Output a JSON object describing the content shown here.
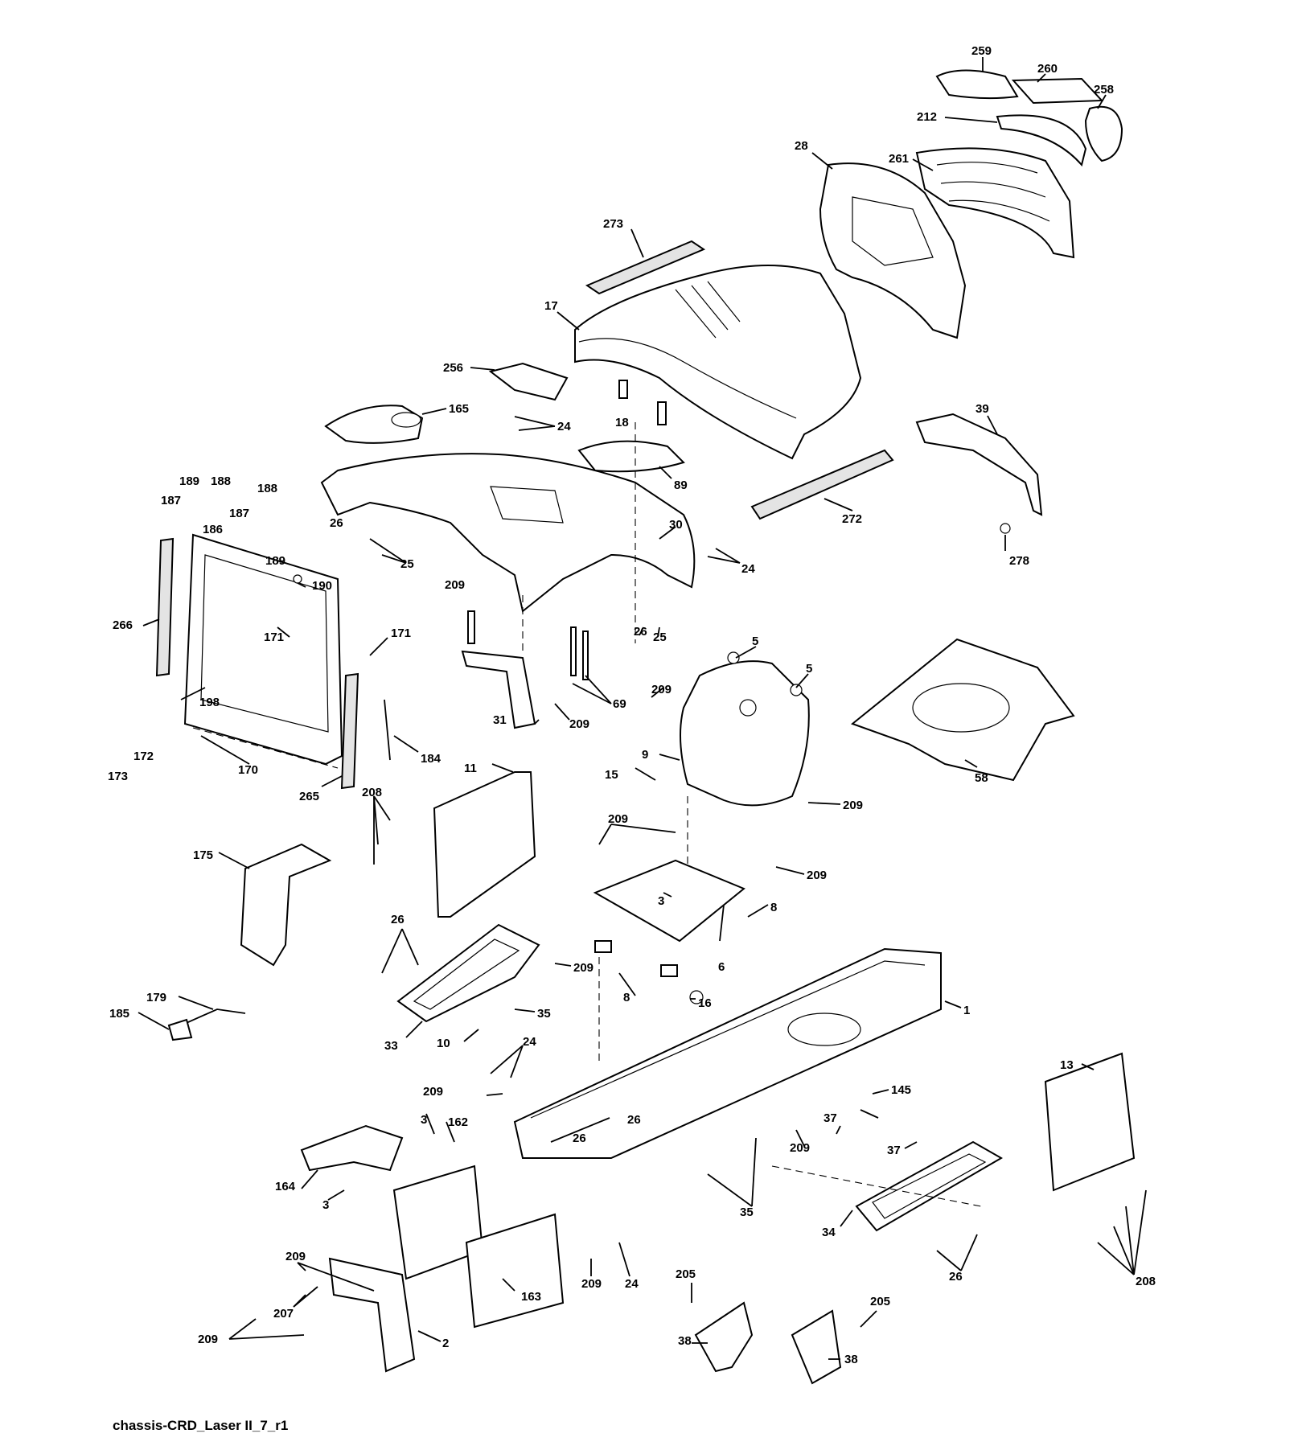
{
  "diagram_caption": "chassis-CRD_Laser II_7_r1",
  "callouts": [
    {
      "id": "c259",
      "text": "259"
    },
    {
      "id": "c260",
      "text": "260"
    },
    {
      "id": "c258",
      "text": "258"
    },
    {
      "id": "c212",
      "text": "212"
    },
    {
      "id": "c28",
      "text": "28"
    },
    {
      "id": "c261",
      "text": "261"
    },
    {
      "id": "c273",
      "text": "273"
    },
    {
      "id": "c17",
      "text": "17"
    },
    {
      "id": "c256",
      "text": "256"
    },
    {
      "id": "c165",
      "text": "165"
    },
    {
      "id": "c24a",
      "text": "24"
    },
    {
      "id": "c18",
      "text": "18"
    },
    {
      "id": "c39",
      "text": "39"
    },
    {
      "id": "c89",
      "text": "89"
    },
    {
      "id": "c272",
      "text": "272"
    },
    {
      "id": "c278",
      "text": "278"
    },
    {
      "id": "c30",
      "text": "30"
    },
    {
      "id": "c24b",
      "text": "24"
    },
    {
      "id": "c26a",
      "text": "26"
    },
    {
      "id": "c25a",
      "text": "25"
    },
    {
      "id": "c189a",
      "text": "189"
    },
    {
      "id": "c188a",
      "text": "188"
    },
    {
      "id": "c187a",
      "text": "187"
    },
    {
      "id": "c188b",
      "text": "188"
    },
    {
      "id": "c187b",
      "text": "187"
    },
    {
      "id": "c186",
      "text": "186"
    },
    {
      "id": "c189b",
      "text": "189"
    },
    {
      "id": "c190",
      "text": "190"
    },
    {
      "id": "c266",
      "text": "266"
    },
    {
      "id": "c171a",
      "text": "171"
    },
    {
      "id": "c171b",
      "text": "171"
    },
    {
      "id": "c209a",
      "text": "209"
    },
    {
      "id": "c26b",
      "text": "26"
    },
    {
      "id": "c25b",
      "text": "25"
    },
    {
      "id": "c5a",
      "text": "5"
    },
    {
      "id": "c5b",
      "text": "5"
    },
    {
      "id": "c69",
      "text": "69"
    },
    {
      "id": "c209b",
      "text": "209"
    },
    {
      "id": "c31",
      "text": "31"
    },
    {
      "id": "c209c",
      "text": "209"
    },
    {
      "id": "c198",
      "text": "198"
    },
    {
      "id": "c172",
      "text": "172"
    },
    {
      "id": "c173",
      "text": "173"
    },
    {
      "id": "c170",
      "text": "170"
    },
    {
      "id": "c184",
      "text": "184"
    },
    {
      "id": "c265",
      "text": "265"
    },
    {
      "id": "c11",
      "text": "11"
    },
    {
      "id": "c9",
      "text": "9"
    },
    {
      "id": "c15",
      "text": "15"
    },
    {
      "id": "c58",
      "text": "58"
    },
    {
      "id": "c209d",
      "text": "209"
    },
    {
      "id": "c208a",
      "text": "208"
    },
    {
      "id": "c209e",
      "text": "209"
    },
    {
      "id": "c175",
      "text": "175"
    },
    {
      "id": "c209f",
      "text": "209"
    },
    {
      "id": "c3a",
      "text": "3"
    },
    {
      "id": "c8a",
      "text": "8"
    },
    {
      "id": "c26c",
      "text": "26"
    },
    {
      "id": "c6",
      "text": "6"
    },
    {
      "id": "c209g",
      "text": "209"
    },
    {
      "id": "c8b",
      "text": "8"
    },
    {
      "id": "c179",
      "text": "179"
    },
    {
      "id": "c16",
      "text": "16"
    },
    {
      "id": "c1",
      "text": "1"
    },
    {
      "id": "c185",
      "text": "185"
    },
    {
      "id": "c35a",
      "text": "35"
    },
    {
      "id": "c33",
      "text": "33"
    },
    {
      "id": "c10",
      "text": "10"
    },
    {
      "id": "c24c",
      "text": "24"
    },
    {
      "id": "c13",
      "text": "13"
    },
    {
      "id": "c209h",
      "text": "209"
    },
    {
      "id": "c145",
      "text": "145"
    },
    {
      "id": "c3b",
      "text": "3"
    },
    {
      "id": "c162",
      "text": "162"
    },
    {
      "id": "c26d",
      "text": "26"
    },
    {
      "id": "c37a",
      "text": "37"
    },
    {
      "id": "c26e",
      "text": "26"
    },
    {
      "id": "c209i",
      "text": "209"
    },
    {
      "id": "c37b",
      "text": "37"
    },
    {
      "id": "c164",
      "text": "164"
    },
    {
      "id": "c3c",
      "text": "3"
    },
    {
      "id": "c35b",
      "text": "35"
    },
    {
      "id": "c34",
      "text": "34"
    },
    {
      "id": "c208b",
      "text": "208"
    },
    {
      "id": "c209j",
      "text": "209"
    },
    {
      "id": "c209k",
      "text": "209"
    },
    {
      "id": "c24d",
      "text": "24"
    },
    {
      "id": "c163",
      "text": "163"
    },
    {
      "id": "c205a",
      "text": "205"
    },
    {
      "id": "c205b",
      "text": "205"
    },
    {
      "id": "c26f",
      "text": "26"
    },
    {
      "id": "c207",
      "text": "207"
    },
    {
      "id": "c209l",
      "text": "209"
    },
    {
      "id": "c2",
      "text": "2"
    },
    {
      "id": "c38a",
      "text": "38"
    },
    {
      "id": "c38b",
      "text": "38"
    }
  ]
}
